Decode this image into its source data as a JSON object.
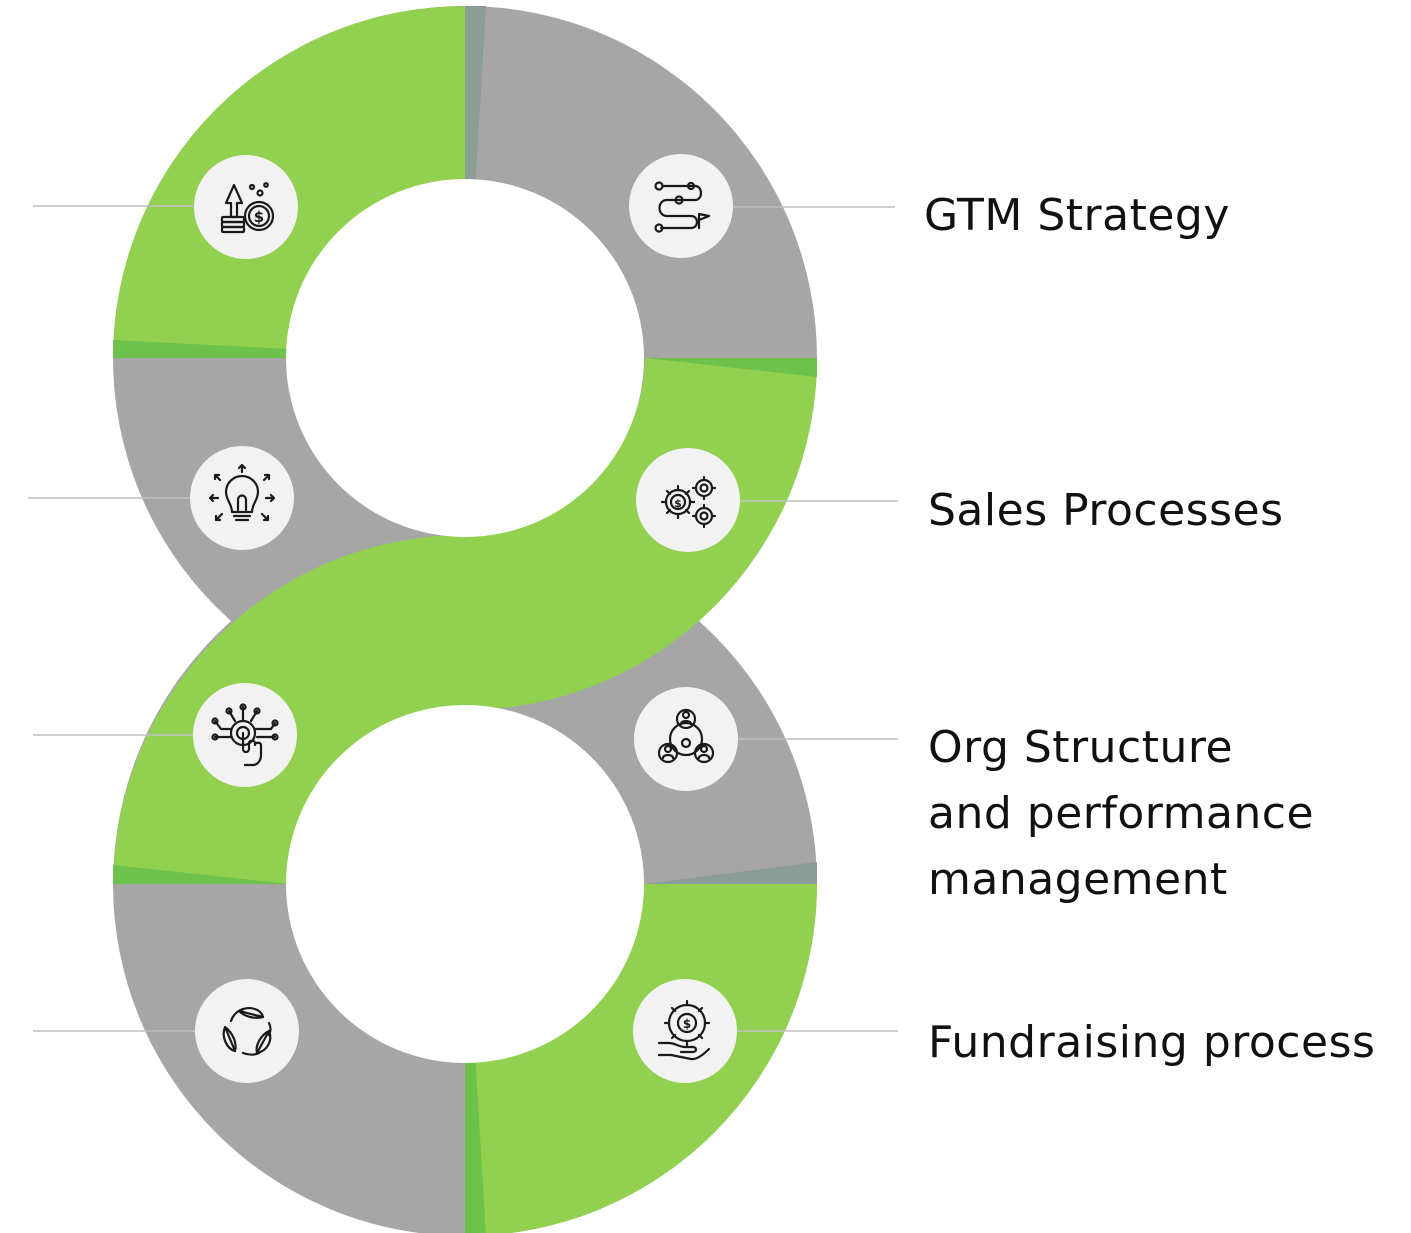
{
  "colors": {
    "green": "#92d050",
    "green_seam": "#6cc24a",
    "gray": "#a6a6a6",
    "gray_seam": "#8a9d96",
    "icon_circle": "#f2f2f2",
    "connector": "#bfbfbf",
    "text": "#111111"
  },
  "labels": {
    "gtm_strategy": "GTM Strategy",
    "sales_processes": "Sales Processes",
    "org_line1": "Org Structure",
    "org_line2": "and performance",
    "org_line3": "management",
    "fundraising": "Fundraising process"
  },
  "icons": {
    "left": [
      "money-growth-icon",
      "idea-bulb-icon",
      "touch-network-icon",
      "recycle-leaves-icon"
    ],
    "right": [
      "roadmap-path-icon",
      "dollar-gears-icon",
      "team-structure-icon",
      "fundraising-hand-icon"
    ]
  }
}
